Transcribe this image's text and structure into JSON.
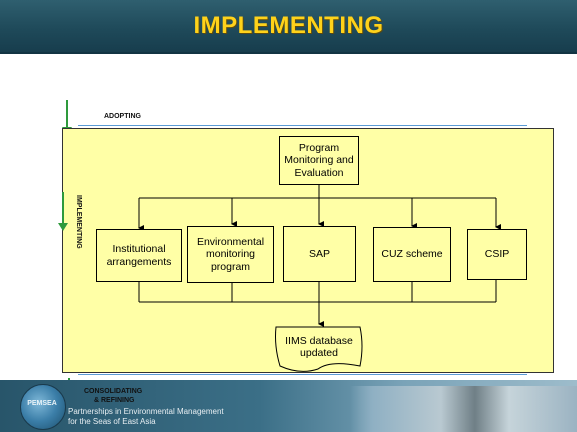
{
  "header": {
    "title": "IMPLEMENTING"
  },
  "stages": {
    "adopting": "ADOPTING",
    "implementing": "IMPLEMENTING",
    "consolidating": "CONSOLIDATING",
    "refining": "& REFINING"
  },
  "diagram": {
    "top_box": "Program Monitoring and Evaluation",
    "components": [
      "Institutional arrangements",
      "Environmental monitoring program",
      "SAP",
      "CUZ scheme",
      "CSIP"
    ],
    "output_box": "IIMS database updated"
  },
  "footer": {
    "logo_text": "PEMSEA",
    "line1": "Partnerships in Environmental Management",
    "line2": "for the Seas of East Asia"
  },
  "colors": {
    "header_bg": "#1f4a5a",
    "title": "#ffd21a",
    "panel_fill": "#ffffa6",
    "green_arrow": "#2e9a3c",
    "rule_line": "#5b9bd5"
  }
}
